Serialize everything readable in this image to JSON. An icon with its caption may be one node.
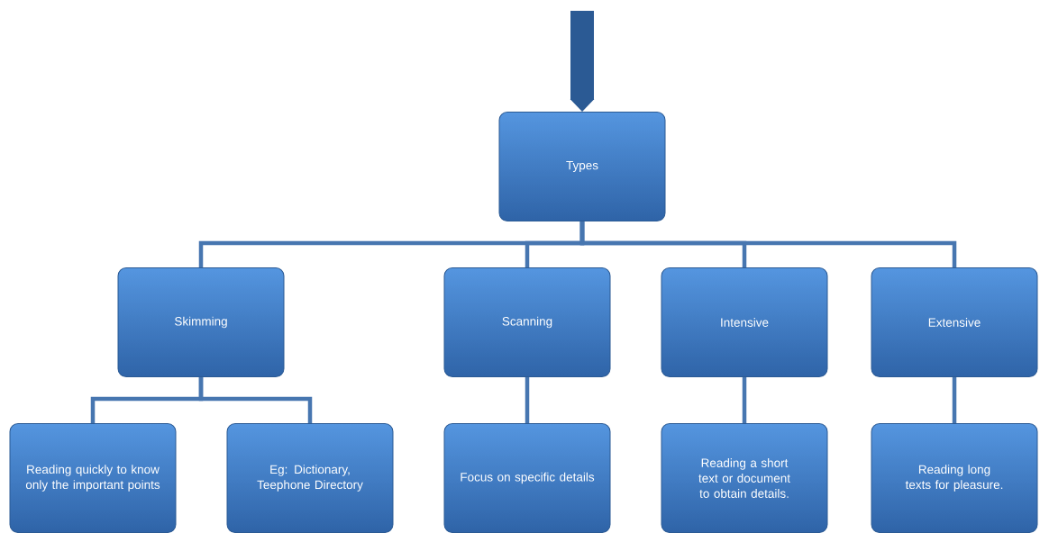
{
  "diagram": {
    "nodes": [
      {
        "text": [
          "Types"
        ]
      },
      {
        "text": [
          "Skimming"
        ]
      },
      {
        "text": [
          "Scanning"
        ]
      },
      {
        "text": [
          "Intensive"
        ]
      },
      {
        "text": [
          "Extensive"
        ]
      },
      {
        "text": [
          "Reading quickly to know only the important points"
        ]
      },
      {
        "text": [
          "Eg: Dictionary, Teephone Directory"
        ]
      },
      {
        "text": [
          "Focus on specific details"
        ]
      },
      {
        "text": [
          "Reading a short text or document to obtain details."
        ]
      },
      {
        "text": [
          "Reading long texts for pleasure."
        ]
      }
    ],
    "edges": [
      {
        "from": null,
        "to": 0,
        "arrow": "to",
        "style": "thick"
      },
      {
        "from": 0,
        "to": 1,
        "arrow": "none"
      },
      {
        "from": 0,
        "to": 2,
        "arrow": "none"
      },
      {
        "from": 0,
        "to": 3,
        "arrow": "none"
      },
      {
        "from": 0,
        "to": 4,
        "arrow": "none"
      },
      {
        "from": 1,
        "to": 5,
        "arrow": "none"
      },
      {
        "from": 1,
        "to": 6,
        "arrow": "none"
      },
      {
        "from": 2,
        "to": 7,
        "arrow": "none"
      },
      {
        "from": 3,
        "to": 8,
        "arrow": "none"
      },
      {
        "from": 4,
        "to": 9,
        "arrow": "none"
      }
    ]
  }
}
